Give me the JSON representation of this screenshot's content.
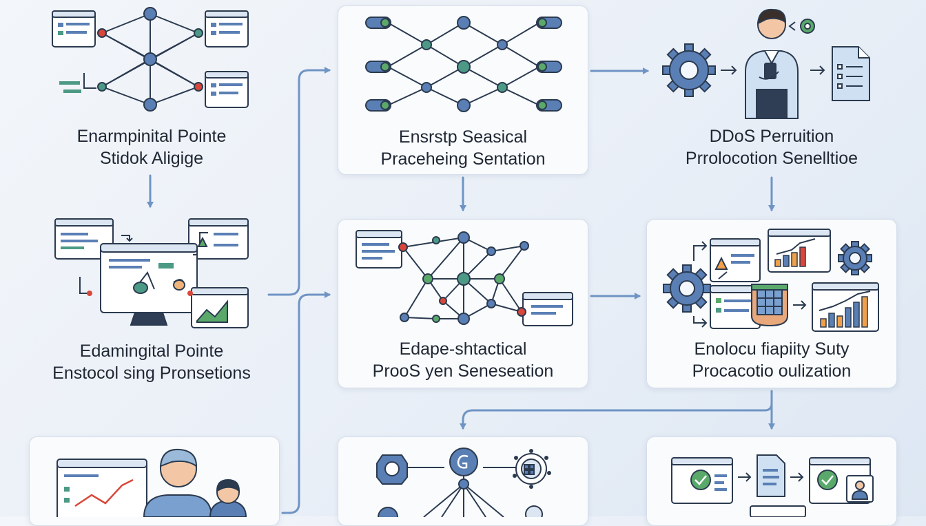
{
  "colors": {
    "arrow": "#6f94c4",
    "line": "#2b3a4f",
    "node_blue": "#5a7fb5",
    "node_teal": "#4c9a86",
    "node_red": "#d9473a",
    "node_green": "#5aa96b",
    "screen_bar": "#dce6f2",
    "card_bg": "#f9fbfd"
  },
  "nodes": [
    {
      "id": "n1",
      "lines": [
        "Enarmpinital Pointe",
        "Stidok Aligige"
      ],
      "icon": "network-graph-icon"
    },
    {
      "id": "n2",
      "lines": [
        "Ensrstp Seasical",
        "Praceheing Sentation"
      ],
      "icon": "layered-network-icon"
    },
    {
      "id": "n3",
      "lines": [
        "DDoS Perruition",
        "Prrolocotion Senelltioe"
      ],
      "icon": "gear-person-document-icon"
    },
    {
      "id": "n4",
      "lines": [
        "Edamingital Pointe",
        "Enstocol sing Pronsetions"
      ],
      "icon": "monitor-dashboards-icon"
    },
    {
      "id": "n5",
      "lines": [
        "Edape-shtactical",
        "ProoS yen Seneseation"
      ],
      "icon": "mesh-network-icon"
    },
    {
      "id": "n6",
      "lines": [
        "Enolocu fiapiity Suty",
        "Procacotio oulization"
      ],
      "icon": "analytics-dashboard-icon"
    },
    {
      "id": "n7",
      "lines": [],
      "icon": "users-chart-icon"
    },
    {
      "id": "n8",
      "lines": [],
      "icon": "connected-hub-icon"
    },
    {
      "id": "n9",
      "lines": [],
      "icon": "verification-flow-icon"
    }
  ]
}
